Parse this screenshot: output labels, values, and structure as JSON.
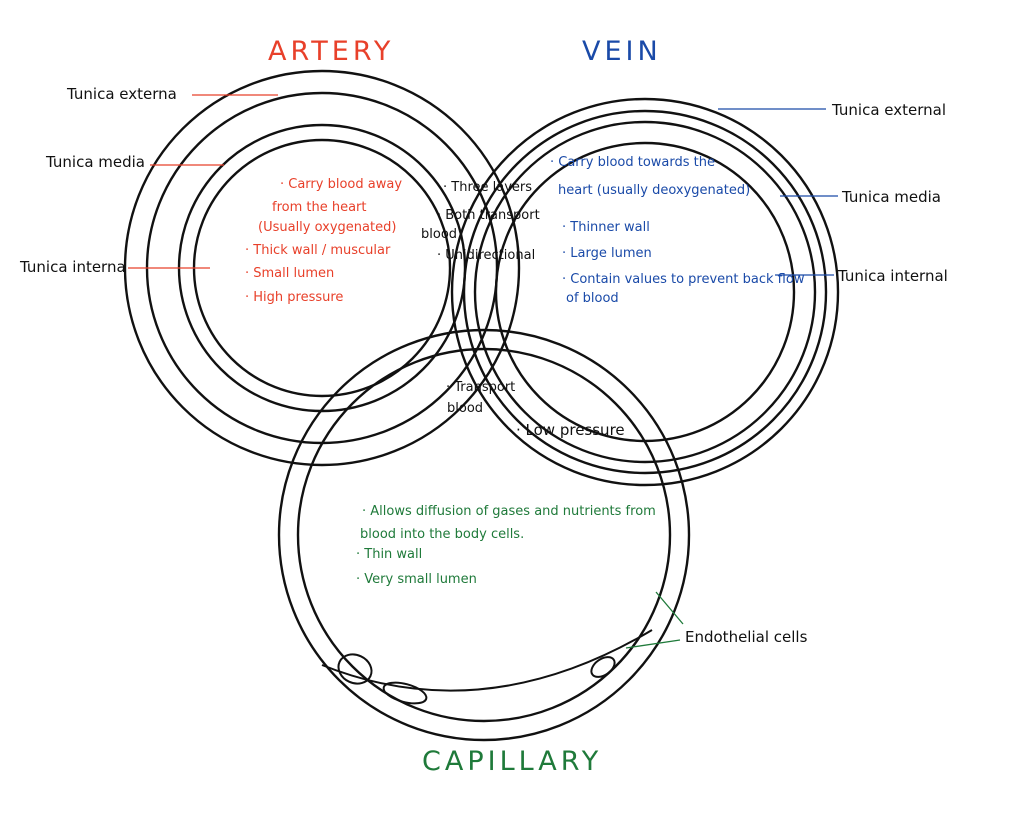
{
  "colors": {
    "artery": "#e8402a",
    "vein": "#1a4aa8",
    "capillary": "#1f7a3a",
    "line": "#111111"
  },
  "titles": {
    "artery": "ARTERY",
    "vein": "VEIN",
    "capillary": "CAPILLARY"
  },
  "artery_labels": {
    "externa": "Tunica externa",
    "media": "Tunica media",
    "interna": "Tunica interna"
  },
  "vein_labels": {
    "external": "Tunica external",
    "media": "Tunica media",
    "internal": "Tunica internal"
  },
  "capillary_label": "Endothelial cells",
  "artery_notes": [
    "· Carry blood away",
    "from the heart",
    "(Usually oxygenated)",
    "· Thick wall / muscular",
    "· Small lumen",
    "· High pressure"
  ],
  "vein_notes": [
    "· Carry blood towards the",
    "heart (usually deoxygenated)",
    "· Thinner wall",
    "· Large lumen",
    "· Contain values to prevent back flow",
    "of blood"
  ],
  "capillary_notes": [
    "· Allows diffusion of gases and nutrients from",
    "blood into the body cells.",
    "· Thin wall",
    "· Very small lumen"
  ],
  "artery_vein_overlap": [
    "· Three layers",
    "· Both transport",
    "blood",
    "· Unidirectional"
  ],
  "all_overlap": [
    "· Transport",
    "blood"
  ],
  "vein_capillary_overlap": [
    "· Low pressure"
  ]
}
